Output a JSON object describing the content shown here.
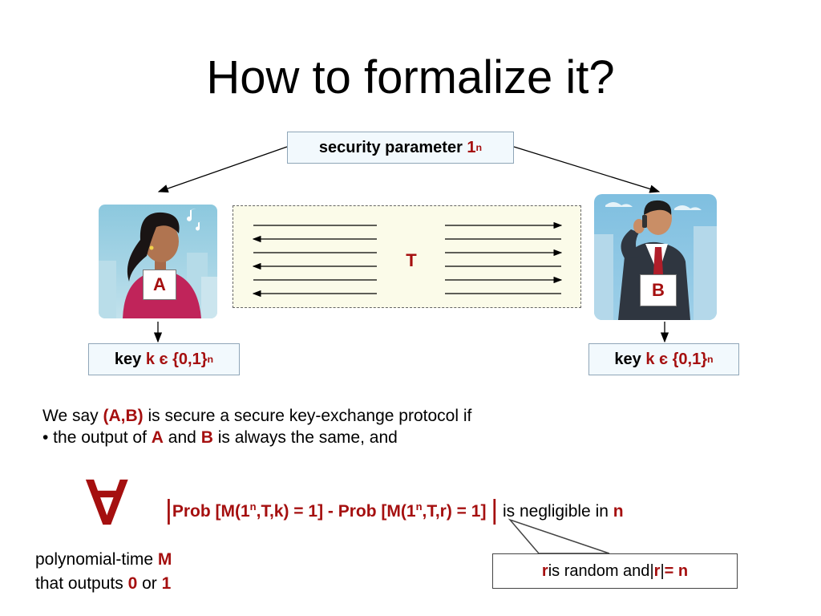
{
  "slide": {
    "title": "How to formalize it?",
    "security_box": {
      "text": "security parameter",
      "one": "1",
      "exp": "n"
    },
    "transcript_label": "T",
    "party_a": {
      "label": "A",
      "key_word": "key",
      "key_expr": "k є {0,1}",
      "key_exp": "n"
    },
    "party_b": {
      "label": "B",
      "key_word": "key",
      "key_expr": "k є {0,1}",
      "key_exp": "n"
    },
    "definition": {
      "line1_pre": "We say ",
      "line1_pair": "(A,B)",
      "line1_post": " is secure a secure key-exchange protocol if",
      "line2_pre": "• the output of ",
      "line2_a": "A",
      "line2_and": " and ",
      "line2_b": "B",
      "line2_post": " is always the same, and"
    },
    "forall_symbol": "∀",
    "poly": {
      "line1_pre": "polynomial-time ",
      "line1_m": "M",
      "line2_pre": "that outputs ",
      "zero": "0",
      "or": " or ",
      "one": "1"
    },
    "formula": {
      "bar": "|",
      "part1": "Prob [M(1",
      "exp1": "n",
      "part2": ",T,k) = 1] - Prob [M(1",
      "exp2": "n",
      "part3": ",T,r) = 1]",
      "post": " is negligible in ",
      "n": "n"
    },
    "r_note": {
      "r": "r",
      "mid": " is random and ",
      "bar1": "|",
      "r2": "r",
      "bar2": "|",
      "eq": " = n"
    }
  },
  "colors": {
    "accent_red": "#a50f0f",
    "box_fill": "#f2f9fd",
    "transcript_fill": "#fbfbe9"
  }
}
